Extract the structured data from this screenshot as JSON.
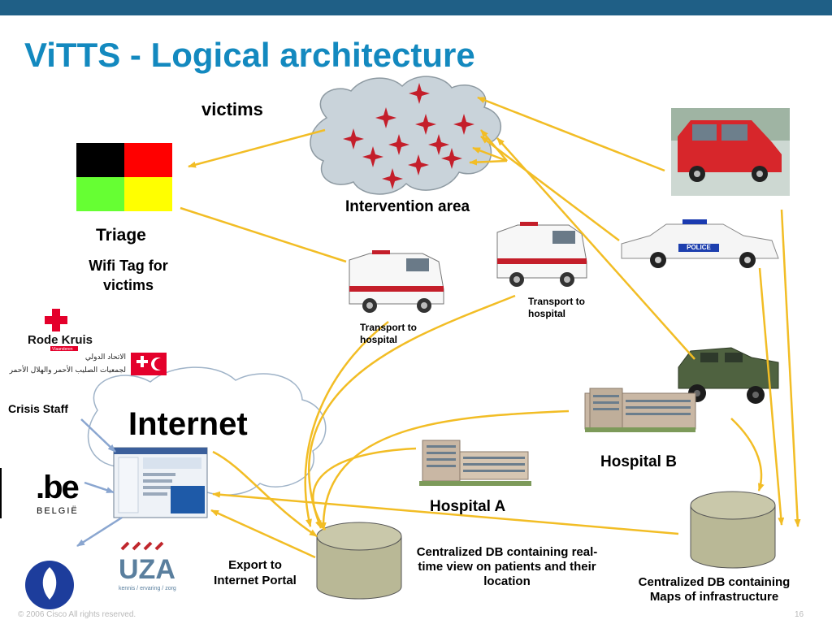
{
  "slide": {
    "title": "ViTTS - Logical architecture",
    "page_number": "16",
    "copyright": "© 2006 Cisco All rights reserved."
  },
  "labels": {
    "victims": "victims",
    "intervention_area": "Intervention area",
    "triage": "Triage",
    "wifi_tag": "Wifi Tag for victims",
    "transport_1": "Transport to hospital",
    "transport_2": "Transport to hospital",
    "crisis_staff": "Crisis Staff",
    "internet": "Internet",
    "hospital_a": "Hospital A",
    "hospital_b": "Hospital B",
    "export": "Export to Internet Portal",
    "db_realtime": "Centralized DB containing real-time view on patients and their location",
    "db_maps": "Centralized DB containing Maps of infrastructure"
  },
  "logos": {
    "rode_kruis": "Rode Kruis",
    "rode_kruis_sub": "Vlaanderen",
    "arabic_line1": "الاتحاد الدولي",
    "arabic_line2": "لجمعيات الصليب الأحمر والهلال الأحمر",
    "be_logo": ".be",
    "belgie": "BELGIË",
    "uza": "UZA",
    "uza_sub": "kennis / ervaring / zorg",
    "police_text": "POLICE"
  },
  "colors": {
    "title": "#1389bf",
    "topbar": "#1f5f86",
    "arrow_yellow": "#f2bd25",
    "arrow_blue": "#8aa6d0",
    "cloud_fill": "#c9d3da",
    "star_red": "#c41e2a",
    "db_fill": "#b9b896",
    "triage_black": "#000000",
    "triage_red": "#ff0000",
    "triage_green": "#66ff33",
    "triage_yellow": "#ffff00"
  }
}
